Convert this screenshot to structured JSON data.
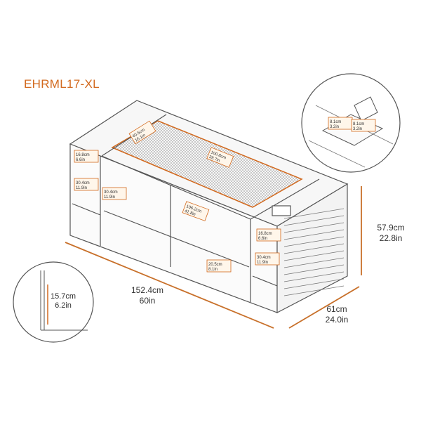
{
  "model": "EHRML17-XL",
  "colors": {
    "accent": "#d2691e",
    "line": "#555555",
    "label_bg": "#f0d9b5"
  },
  "dimensions": {
    "length": {
      "cm": "152.4cm",
      "in": "60in"
    },
    "depth": {
      "cm": "61cm",
      "in": "24.0in"
    },
    "height": {
      "cm": "57.9cm",
      "in": "22.8in"
    },
    "detail_height": {
      "cm": "15.7cm",
      "in": "6.2in"
    }
  },
  "small_labels": {
    "burner_width": {
      "cm": "40.5cm",
      "in": "16.1in"
    },
    "burner_length": {
      "cm": "100.8cm",
      "in": "39.7in"
    },
    "left_top": {
      "cm": "16.8cm",
      "in": "6.6in"
    },
    "left_side": {
      "cm": "30.4cm",
      "in": "11.9in"
    },
    "front_panel": {
      "cm": "30.4cm",
      "in": "11.9in"
    },
    "front_width": {
      "cm": "106.2cm",
      "in": "41.8in"
    },
    "lower_panel": {
      "cm": "20.5cm",
      "in": "8.1in"
    },
    "right_top": {
      "cm": "16.8cm",
      "in": "6.6in"
    },
    "right_side": {
      "cm": "30.4cm",
      "in": "11.9in"
    },
    "lid_a": {
      "cm": "8.1cm",
      "in": "3.2in"
    },
    "lid_b": {
      "cm": "8.1cm",
      "in": "3.2in"
    }
  }
}
